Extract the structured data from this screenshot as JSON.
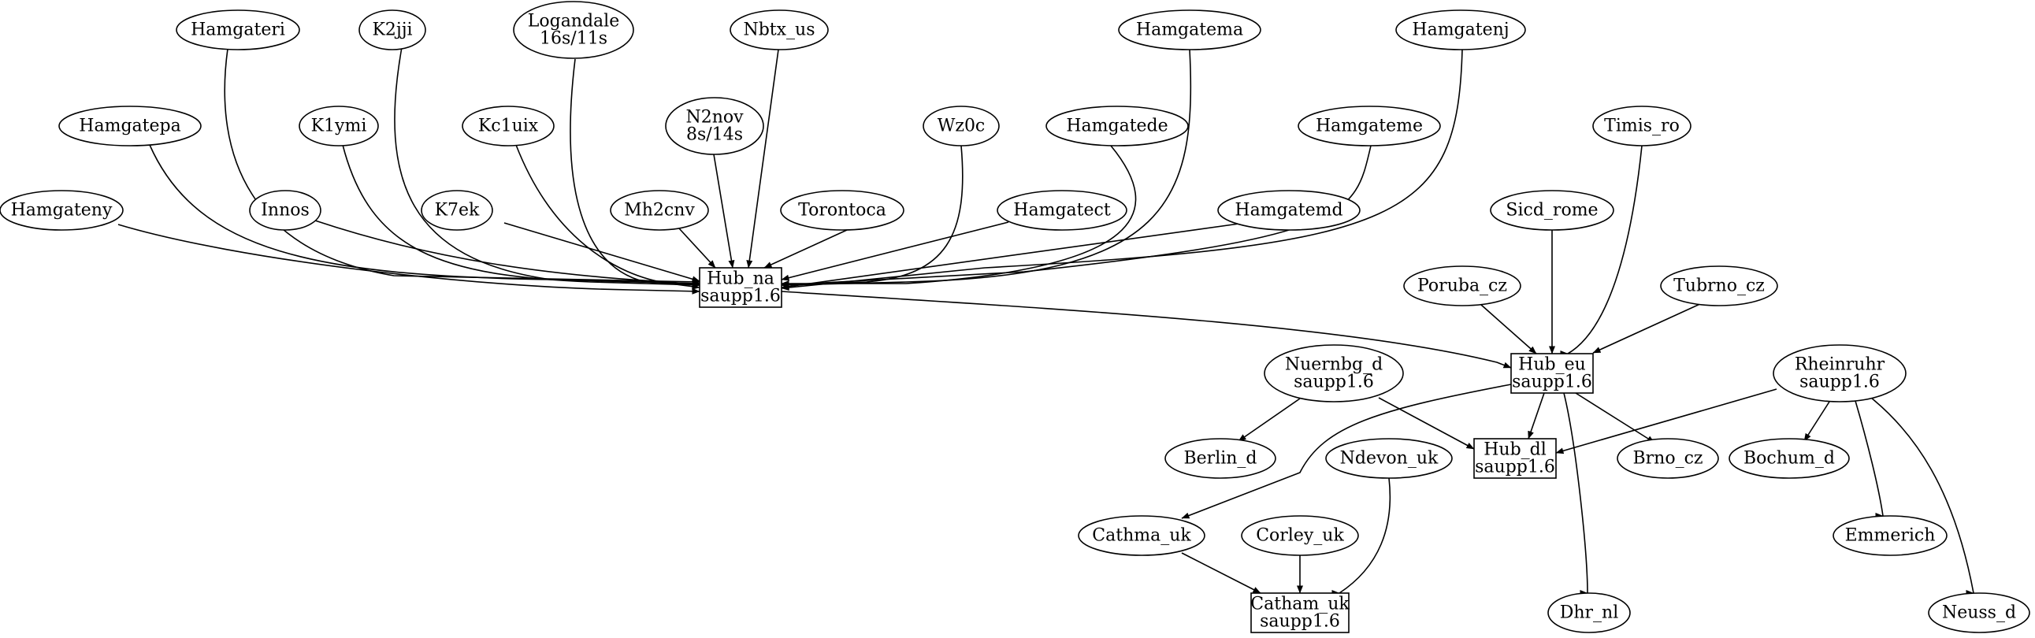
{
  "nodes": {
    "hamgateri": {
      "shape": "ellipse",
      "lines": [
        "Hamgateri"
      ]
    },
    "k2jji": {
      "shape": "ellipse",
      "lines": [
        "K2jji"
      ]
    },
    "logandale": {
      "shape": "ellipse",
      "lines": [
        "Logandale",
        "16s/11s"
      ]
    },
    "nbtx_us": {
      "shape": "ellipse",
      "lines": [
        "Nbtx_us"
      ]
    },
    "hamgatema": {
      "shape": "ellipse",
      "lines": [
        "Hamgatema"
      ]
    },
    "hamgatenj": {
      "shape": "ellipse",
      "lines": [
        "Hamgatenj"
      ]
    },
    "hamgatepa": {
      "shape": "ellipse",
      "lines": [
        "Hamgatepa"
      ]
    },
    "k1ymi": {
      "shape": "ellipse",
      "lines": [
        "K1ymi"
      ]
    },
    "kc1uix": {
      "shape": "ellipse",
      "lines": [
        "Kc1uix"
      ]
    },
    "n2nov": {
      "shape": "ellipse",
      "lines": [
        "N2nov",
        "8s/14s"
      ]
    },
    "wz0c": {
      "shape": "ellipse",
      "lines": [
        "Wz0c"
      ]
    },
    "hamgatede": {
      "shape": "ellipse",
      "lines": [
        "Hamgatede"
      ]
    },
    "hamgateme": {
      "shape": "ellipse",
      "lines": [
        "Hamgateme"
      ]
    },
    "timis_ro": {
      "shape": "ellipse",
      "lines": [
        "Timis_ro"
      ]
    },
    "hamgateny": {
      "shape": "ellipse",
      "lines": [
        "Hamgateny"
      ]
    },
    "innos": {
      "shape": "ellipse",
      "lines": [
        "Innos"
      ]
    },
    "k7ek": {
      "shape": "ellipse",
      "lines": [
        "K7ek"
      ]
    },
    "mh2cnv": {
      "shape": "ellipse",
      "lines": [
        "Mh2cnv"
      ]
    },
    "torontoca": {
      "shape": "ellipse",
      "lines": [
        "Torontoca"
      ]
    },
    "hamgatect": {
      "shape": "ellipse",
      "lines": [
        "Hamgatect"
      ]
    },
    "hamgatemd": {
      "shape": "ellipse",
      "lines": [
        "Hamgatemd"
      ]
    },
    "sicd_rome": {
      "shape": "ellipse",
      "lines": [
        "Sicd_rome"
      ]
    },
    "hub_na": {
      "shape": "box",
      "lines": [
        "Hub_na",
        "saupp1.6"
      ]
    },
    "poruba_cz": {
      "shape": "ellipse",
      "lines": [
        "Poruba_cz"
      ]
    },
    "tubrno_cz": {
      "shape": "ellipse",
      "lines": [
        "Tubrno_cz"
      ]
    },
    "hub_eu": {
      "shape": "box",
      "lines": [
        "Hub_eu",
        "saupp1.6"
      ]
    },
    "nuernbg_d": {
      "shape": "ellipse",
      "lines": [
        "Nuernbg_d",
        "saupp1.6"
      ]
    },
    "rheinruhr": {
      "shape": "ellipse",
      "lines": [
        "Rheinruhr",
        "saupp1.6"
      ]
    },
    "berlin_d": {
      "shape": "ellipse",
      "lines": [
        "Berlin_d"
      ]
    },
    "ndevon_uk": {
      "shape": "ellipse",
      "lines": [
        "Ndevon_uk"
      ]
    },
    "hub_dl": {
      "shape": "box",
      "lines": [
        "Hub_dl",
        "saupp1.6"
      ]
    },
    "brno_cz": {
      "shape": "ellipse",
      "lines": [
        "Brno_cz"
      ]
    },
    "bochum_d": {
      "shape": "ellipse",
      "lines": [
        "Bochum_d"
      ]
    },
    "cathma_uk": {
      "shape": "ellipse",
      "lines": [
        "Cathma_uk"
      ]
    },
    "corley_uk": {
      "shape": "ellipse",
      "lines": [
        "Corley_uk"
      ]
    },
    "emmerich": {
      "shape": "ellipse",
      "lines": [
        "Emmerich"
      ]
    },
    "catham_uk": {
      "shape": "box",
      "lines": [
        "Catham_uk",
        "saupp1.6"
      ]
    },
    "dhr_nl": {
      "shape": "ellipse",
      "lines": [
        "Dhr_nl"
      ]
    },
    "neuss_d": {
      "shape": "ellipse",
      "lines": [
        "Neuss_d"
      ]
    }
  },
  "edges": [
    {
      "from": "hamgateri",
      "to": "hub_na"
    },
    {
      "from": "k2jji",
      "to": "hub_na"
    },
    {
      "from": "logandale",
      "to": "hub_na"
    },
    {
      "from": "nbtx_us",
      "to": "hub_na"
    },
    {
      "from": "hamgatema",
      "to": "hub_na"
    },
    {
      "from": "hamgatenj",
      "to": "hub_na"
    },
    {
      "from": "hamgatepa",
      "to": "hub_na"
    },
    {
      "from": "k1ymi",
      "to": "hub_na"
    },
    {
      "from": "kc1uix",
      "to": "hub_na"
    },
    {
      "from": "n2nov",
      "to": "hub_na"
    },
    {
      "from": "wz0c",
      "to": "hub_na"
    },
    {
      "from": "hamgatede",
      "to": "hub_na"
    },
    {
      "from": "hamgateme",
      "to": "hub_na"
    },
    {
      "from": "hamgateny",
      "to": "hub_na"
    },
    {
      "from": "innos",
      "to": "hub_na"
    },
    {
      "from": "k7ek",
      "to": "hub_na"
    },
    {
      "from": "mh2cnv",
      "to": "hub_na"
    },
    {
      "from": "torontoca",
      "to": "hub_na"
    },
    {
      "from": "hamgatect",
      "to": "hub_na"
    },
    {
      "from": "hamgatemd",
      "to": "hub_na"
    },
    {
      "from": "hub_na",
      "to": "hub_eu"
    },
    {
      "from": "timis_ro",
      "to": "hub_eu"
    },
    {
      "from": "sicd_rome",
      "to": "hub_eu"
    },
    {
      "from": "poruba_cz",
      "to": "hub_eu"
    },
    {
      "from": "tubrno_cz",
      "to": "hub_eu"
    },
    {
      "from": "hub_eu",
      "to": "cathma_uk"
    },
    {
      "from": "hub_eu",
      "to": "hub_dl"
    },
    {
      "from": "hub_eu",
      "to": "brno_cz"
    },
    {
      "from": "hub_eu",
      "to": "dhr_nl"
    },
    {
      "from": "nuernbg_d",
      "to": "berlin_d"
    },
    {
      "from": "nuernbg_d",
      "to": "hub_dl"
    },
    {
      "from": "rheinruhr",
      "to": "hub_dl"
    },
    {
      "from": "rheinruhr",
      "to": "bochum_d"
    },
    {
      "from": "rheinruhr",
      "to": "emmerich"
    },
    {
      "from": "rheinruhr",
      "to": "neuss_d"
    },
    {
      "from": "cathma_uk",
      "to": "catham_uk"
    },
    {
      "from": "corley_uk",
      "to": "catham_uk"
    },
    {
      "from": "ndevon_uk",
      "to": "catham_uk"
    }
  ]
}
